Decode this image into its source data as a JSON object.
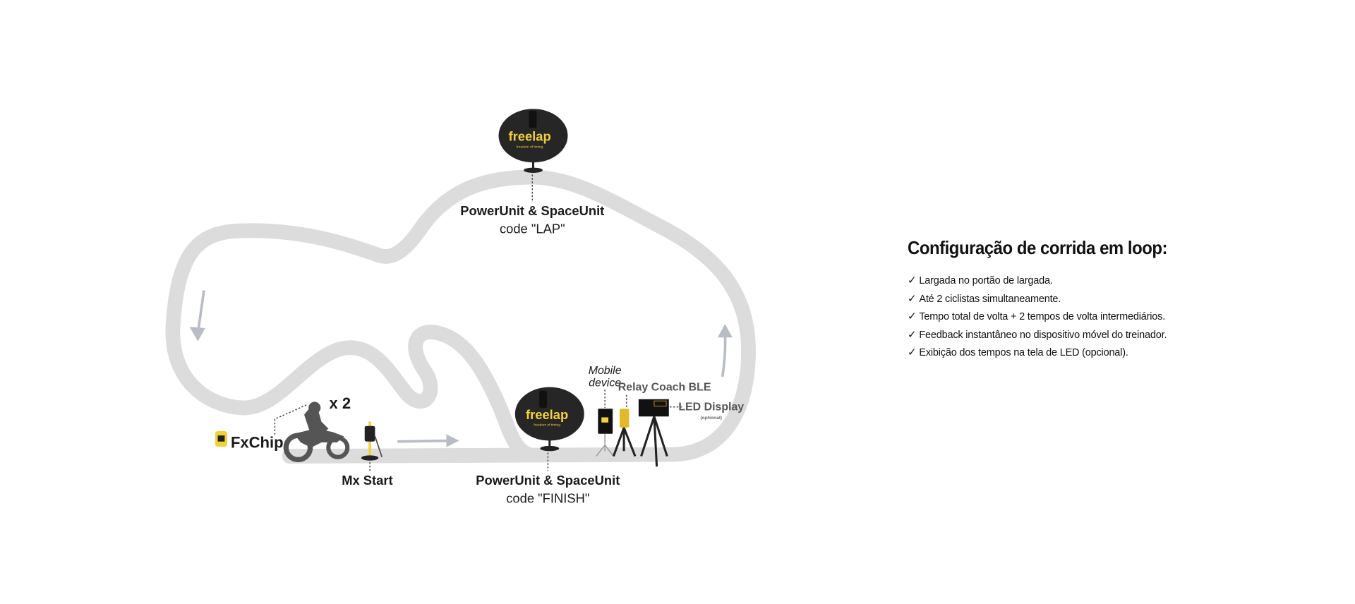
{
  "diagram": {
    "lap_unit": {
      "brand": "freelap",
      "tagline": "freedom of timing",
      "title": "PowerUnit & SpaceUnit",
      "code": "code \"LAP\""
    },
    "finish_unit": {
      "brand": "freelap",
      "tagline": "freedom of timing",
      "title": "PowerUnit & SpaceUnit",
      "code": "code \"FINISH\""
    },
    "rider_count": "x 2",
    "fxchip_label": "FxChip",
    "mx_start_label": "Mx Start",
    "mobile_device_label": [
      "Mobile",
      "device"
    ],
    "relay_label": "Relay Coach BLE",
    "led_label": "LED Display",
    "led_optional": "(optional)"
  },
  "colors": {
    "track": "#dcdcdc",
    "brand_yellow": "#f2d13a",
    "unit_dark": "#262626"
  },
  "panel": {
    "title": "Configuração de corrida em loop:",
    "check_icon": "✓",
    "items": [
      "Largada no portão de largada.",
      "Até 2 ciclistas simultaneamente.",
      "Tempo total de volta + 2 tempos de volta intermediários.",
      "Feedback instantâneo no dispositivo móvel do treinador.",
      "Exibição dos tempos na tela de LED (opcional)."
    ]
  }
}
